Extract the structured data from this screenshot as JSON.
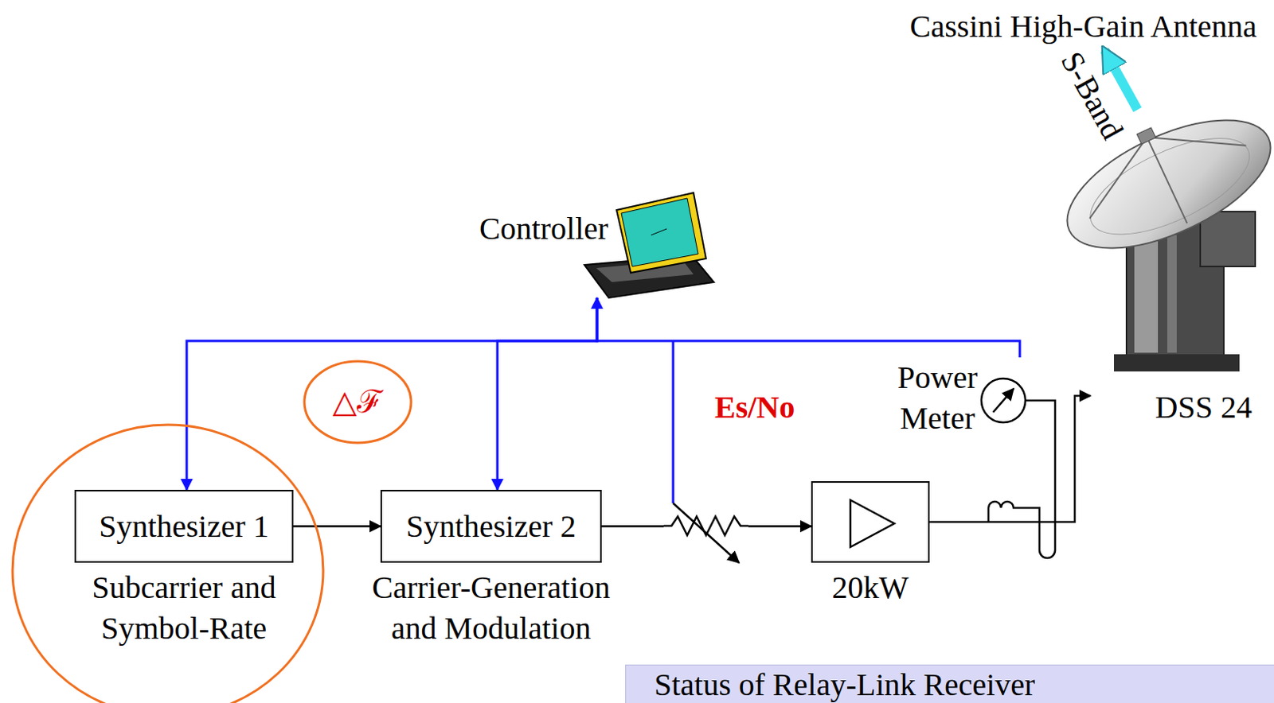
{
  "diagram": {
    "nodes": [
      {
        "text": [
          "Cassini High-Gain Antenna"
        ]
      },
      {
        "text": [
          "Controller"
        ]
      },
      {
        "text": [
          "Power Meter"
        ]
      },
      {
        "text": [
          "DSS 24"
        ]
      },
      {
        "text": [
          "Synthesizer 1",
          "Subcarrier and Symbol-Rate"
        ]
      },
      {
        "text": [
          "Synthesizer 2",
          "Carrier-Generation and Modulation"
        ]
      },
      {
        "text": [
          "20kW"
        ]
      },
      {
        "text": [
          "Status of Relay-Link Receiver"
        ]
      }
    ],
    "edges": [
      {
        "from": 4,
        "to": 5,
        "arrow": "to"
      },
      {
        "from": 5,
        "to": 6,
        "arrow": "to"
      },
      {
        "from": 6,
        "to": 3,
        "arrow": "to"
      },
      {
        "from": 3,
        "to": 0,
        "label": "S-Band",
        "arrow": "to"
      },
      {
        "from": 1,
        "to": 4,
        "arrow": "to"
      },
      {
        "from": 1,
        "to": 5,
        "arrow": "to"
      },
      {
        "from": 2,
        "to": 1,
        "arrow": "to"
      }
    ],
    "labels": [
      "△ℱ",
      "Es/No"
    ]
  }
}
